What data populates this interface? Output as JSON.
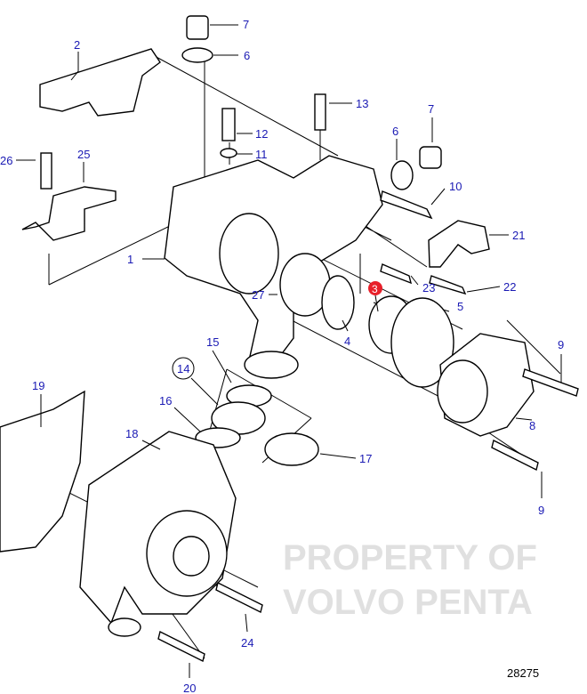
{
  "watermark": [
    "PROPERTY OF",
    "VOLVO PENTA"
  ],
  "reference_number": "28275",
  "highlight_color": "#e8202a",
  "label_color": "#1a1ab4",
  "callouts": {
    "c7a": "7",
    "c6a": "6",
    "c2": "2",
    "c13": "13",
    "c7b": "7",
    "c6b": "6",
    "c12": "12",
    "c11": "11",
    "c26": "26",
    "c25": "25",
    "c10": "10",
    "c21": "21",
    "c1": "1",
    "c27": "27",
    "c23": "23",
    "c22": "22",
    "c3": "3",
    "c5": "5",
    "c4": "4",
    "c15": "15",
    "c9a": "9",
    "c14": "14",
    "c19": "19",
    "c16": "16",
    "c8": "8",
    "c18": "18",
    "c17": "17",
    "c9b": "9",
    "c24": "24",
    "c20": "20"
  }
}
